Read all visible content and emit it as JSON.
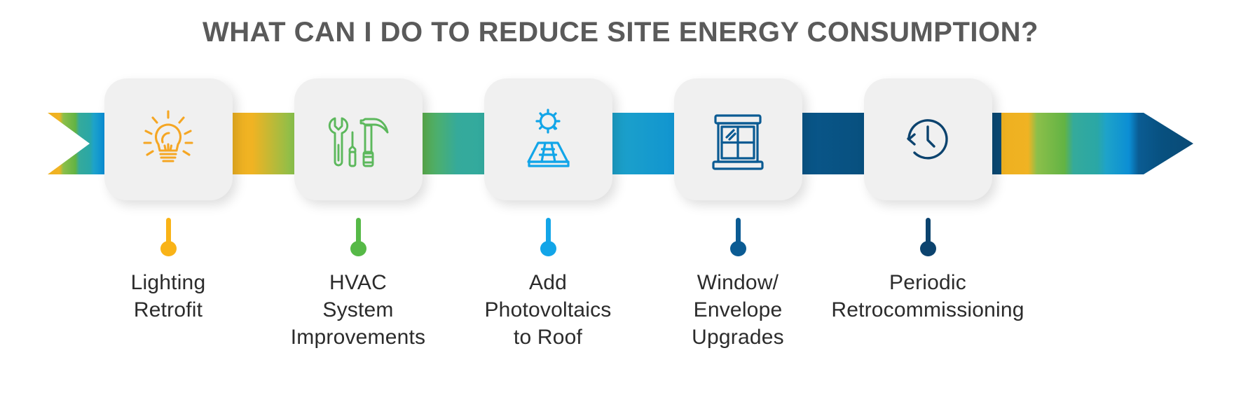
{
  "header": {
    "title": "WHAT CAN I DO TO REDUCE SITE ENERGY CONSUMPTION?",
    "title_color": "#5a5a5a"
  },
  "ribbon": {
    "name": "process-arrow-ribbon",
    "stops": [
      {
        "color": "#f0b323",
        "label": "gold"
      },
      {
        "color": "#6cb544",
        "label": "green"
      },
      {
        "color": "#2fa8a0",
        "label": "teal"
      },
      {
        "color": "#0d8ed2",
        "label": "bright-blue"
      },
      {
        "color": "#0a4d7f",
        "label": "navy"
      }
    ],
    "start_cap": "notched-tail",
    "end_cap": "arrow-head"
  },
  "steps": [
    {
      "index": 1,
      "icon": "lightbulb-icon",
      "label": "Lighting\nRetrofit",
      "color": "#f5a623",
      "accent": "#f9b317",
      "card_bg": "#f0f0f0"
    },
    {
      "index": 2,
      "icon": "tools-icon",
      "label": "HVAC\nSystem\nImprovements",
      "color": "#5cb85c",
      "accent": "#56b947",
      "card_bg": "#f0f0f0"
    },
    {
      "index": 3,
      "icon": "solar-panel-icon",
      "label": "Add\nPhotovoltaics\nto Roof",
      "color": "#12a5e8",
      "accent": "#12a5e8",
      "card_bg": "#f0f0f0"
    },
    {
      "index": 4,
      "icon": "window-icon",
      "label": "Window/\nEnvelope\nUpgrades",
      "color": "#0b5b93",
      "accent": "#0b5b93",
      "card_bg": "#f0f0f0"
    },
    {
      "index": 5,
      "icon": "clock-history-icon",
      "label": "Periodic\nRetrocommissioning",
      "color": "#0c436e",
      "accent": "#0c436e",
      "card_bg": "#f0f0f0"
    }
  ]
}
